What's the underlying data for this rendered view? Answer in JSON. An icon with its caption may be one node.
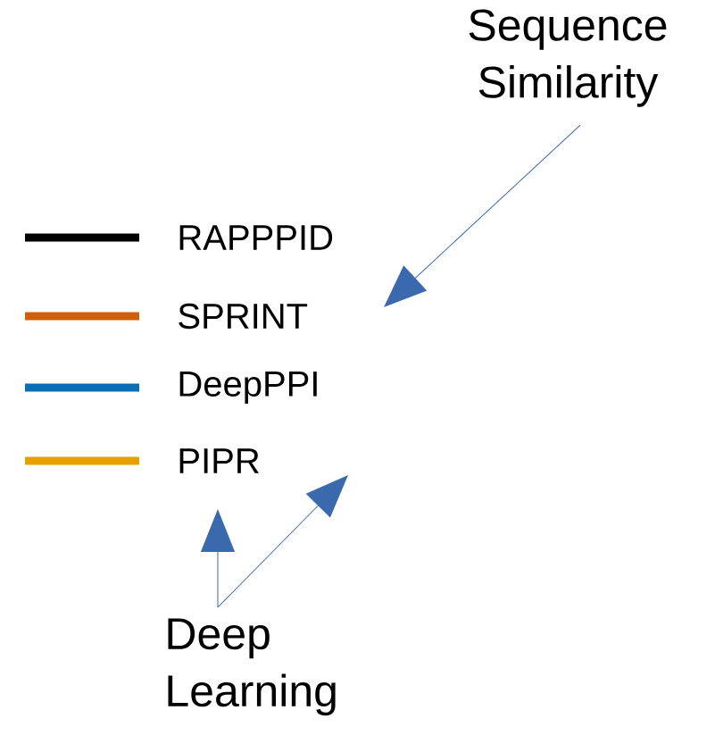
{
  "diagram": {
    "nodes": [
      {
        "text": [
          "Sequence Similarity"
        ]
      },
      {
        "text": [
          "Deep Learning"
        ]
      }
    ],
    "edges": [
      {
        "from": 0,
        "to": null,
        "arrow": "to"
      },
      {
        "from": 1,
        "to": null,
        "arrow": "to"
      },
      {
        "from": 1,
        "to": null,
        "arrow": "to"
      }
    ],
    "legend": [
      {
        "text": "RAPPPID",
        "color": "#000000"
      },
      {
        "text": "SPRINT",
        "color": "#d05f0c"
      },
      {
        "text": "DeepPPI",
        "color": "#0a6fb5"
      },
      {
        "text": "PIPR",
        "color": "#e8a000"
      }
    ]
  }
}
